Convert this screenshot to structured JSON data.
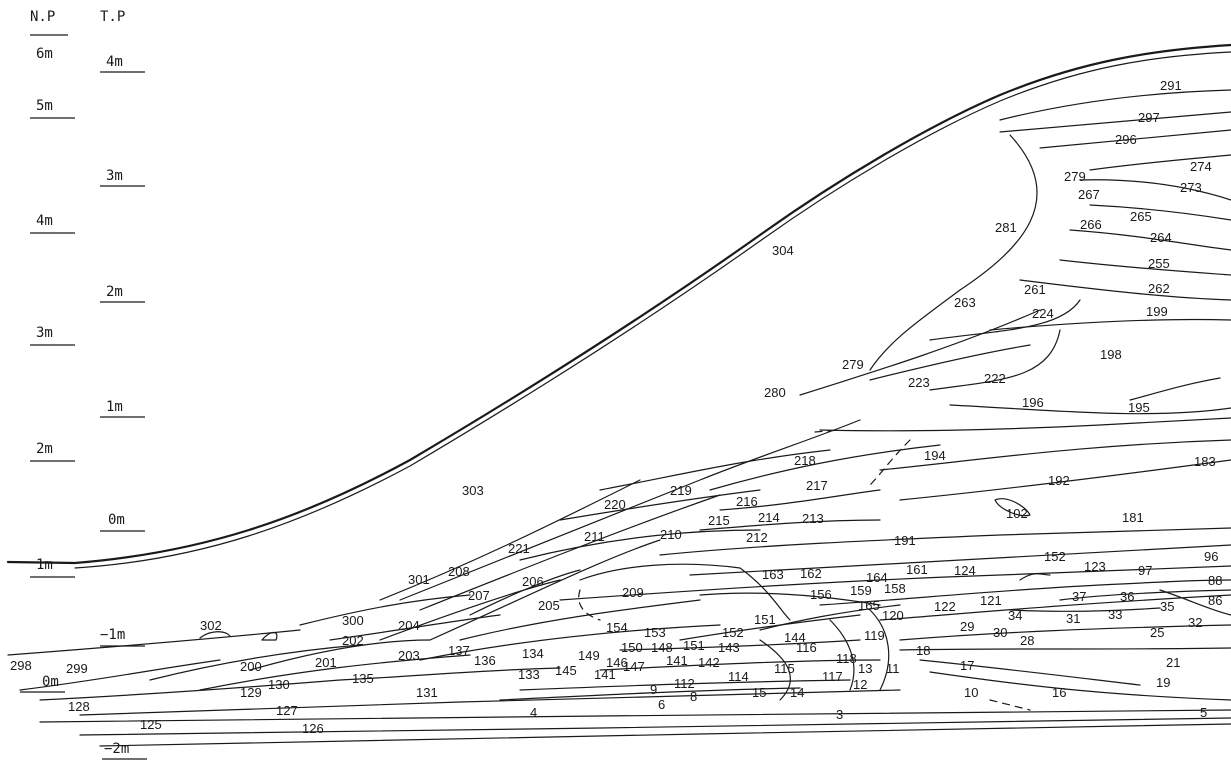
{
  "scale": {
    "np_header": "N.P",
    "tp_header": "T.P",
    "np_ticks": [
      "6m",
      "5m",
      "4m",
      "3m",
      "2m",
      "1m",
      "0m"
    ],
    "tp_ticks": [
      "4m",
      "3m",
      "2m",
      "1m",
      "0m",
      "−1m",
      "−2m"
    ]
  },
  "layers": [
    "291",
    "297",
    "296",
    "274",
    "273",
    "279",
    "267",
    "266",
    "265",
    "264",
    "255",
    "262",
    "199",
    "281",
    "304",
    "261",
    "263",
    "224",
    "198",
    "222",
    "223",
    "279",
    "280",
    "196",
    "195",
    "194",
    "218",
    "183",
    "192",
    "219",
    "217",
    "216",
    "214",
    "215",
    "213",
    "102",
    "181",
    "220",
    "211",
    "210",
    "303",
    "212",
    "191",
    "221",
    "208",
    "301",
    "206",
    "207",
    "163",
    "162",
    "164",
    "161",
    "124",
    "152",
    "123",
    "97",
    "96",
    "88",
    "86",
    "209",
    "205",
    "156",
    "159",
    "158",
    "165",
    "37",
    "36",
    "35",
    "151",
    "120",
    "122",
    "121",
    "34",
    "31",
    "33",
    "32",
    "300",
    "302",
    "154",
    "153",
    "204",
    "29",
    "30",
    "25",
    "28",
    "202",
    "152",
    "144",
    "119",
    "18",
    "17",
    "21",
    "137",
    "149",
    "150",
    "148",
    "151",
    "143",
    "116",
    "200",
    "201",
    "203",
    "136",
    "134",
    "145",
    "146",
    "147",
    "141",
    "142",
    "118",
    "13",
    "11",
    "298",
    "299",
    "130",
    "135",
    "133",
    "141",
    "9",
    "112",
    "114",
    "115",
    "117",
    "12",
    "19",
    "129",
    "131",
    "8",
    "15",
    "14",
    "10",
    "16",
    "128",
    "127",
    "4",
    "6",
    "3",
    "5",
    "125",
    "126"
  ]
}
